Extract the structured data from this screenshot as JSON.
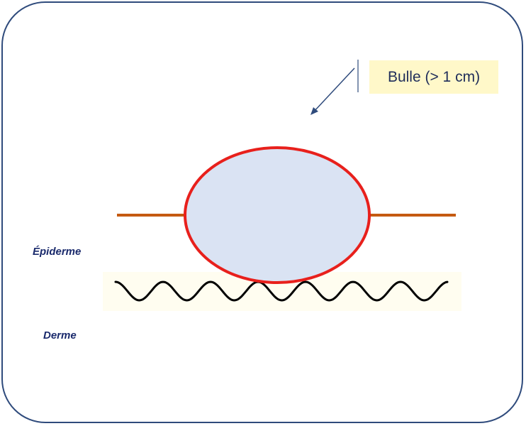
{
  "callout": {
    "text": "Bulle (> 1 cm)"
  },
  "layers": {
    "epidermis": "Épiderme",
    "dermis": "Derme"
  },
  "colors": {
    "frame_border": "#2f4b7c",
    "blister_outline": "#e8201c",
    "blister_fill": "#dae3f3",
    "epidermis_line": "#c55a11",
    "basement_membrane": "#000000",
    "membrane_band": "#fffdf0",
    "callout_bg": "#fff8c9",
    "arrow": "#2f4b7c",
    "label_text": "#1a2a6c"
  }
}
